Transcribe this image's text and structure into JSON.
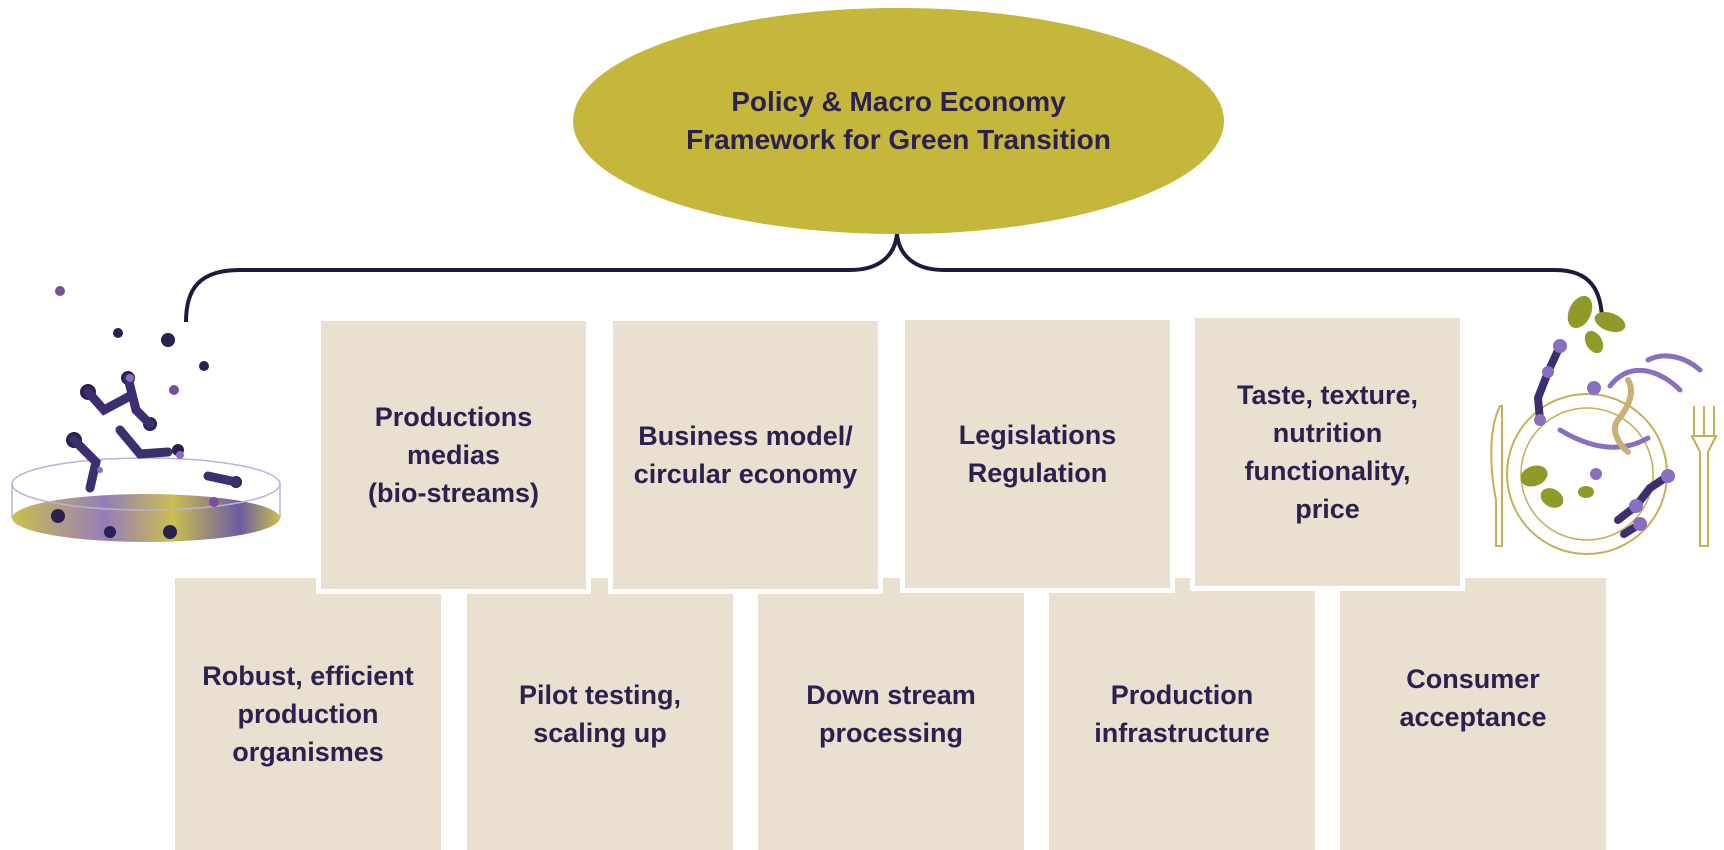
{
  "title": {
    "line1": "Policy & Macro Economy",
    "line2": "Framework for Green Transition"
  },
  "upper_boxes": [
    {
      "label": "Productions\nmedias\n(bio-streams)"
    },
    {
      "label": "Business model/\ncircular economy"
    },
    {
      "label": "Legislations\nRegulation"
    },
    {
      "label": "Taste, texture,\nnutrition\nfunctionality,\nprice"
    }
  ],
  "lower_boxes": [
    {
      "label": "Robust, efficient\nproduction\norganismes"
    },
    {
      "label": "Pilot testing,\nscaling up"
    },
    {
      "label": "Down stream\nprocessing"
    },
    {
      "label": "Production\ninfrastructure"
    },
    {
      "label": "Consumer\nacceptance"
    }
  ],
  "colors": {
    "ellipse": "#c4b73b",
    "box": "#e9e0cf",
    "text": "#2b2150",
    "bracket": "#1f1a3d",
    "accent_purple": "#6b4fa0",
    "accent_olive": "#9aa02c"
  },
  "icons": {
    "left": "petri-dish-microbes-icon",
    "right": "plate-cutlery-protein-icon"
  }
}
